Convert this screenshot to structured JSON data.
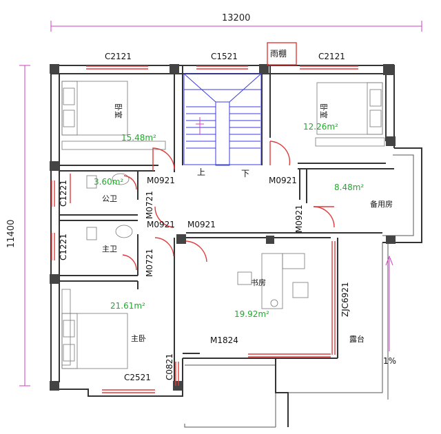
{
  "dimensions": {
    "width_total": "13200",
    "height_total": "11400"
  },
  "windows": {
    "top_left": "C2121",
    "top_center": "C1521",
    "top_right": "C2121",
    "canopy": "雨棚",
    "left_upper": "C1221",
    "left_lower": "C1221",
    "bottom": "C2521",
    "door_small": "C0821"
  },
  "doors": {
    "stair_left": "M0921",
    "stair_right": "M0921",
    "hall_left": "M0921",
    "hall_center": "M0921",
    "public_bath": "M0721",
    "master_bath": "M0721",
    "spare_room": "M0921",
    "study_slide": "M1824",
    "terrace_slide": "ZJC6921"
  },
  "rooms": {
    "bedroom_nw": {
      "name": "卧室",
      "area": "15.48m²"
    },
    "bedroom_ne": {
      "name": "卧室",
      "area": "12.26m²"
    },
    "public_bath": {
      "name": "公卫",
      "area": "3.60m²"
    },
    "master_bath": {
      "name": "主卫"
    },
    "master_bed": {
      "name": "主卧",
      "area": "21.61m²"
    },
    "spare": {
      "name": "备用房",
      "area": "8.48m²"
    },
    "study": {
      "name": "书房",
      "area": "19.92m²"
    },
    "terrace": {
      "name": "露台"
    }
  },
  "stairs": {
    "up": "上",
    "down": "下"
  },
  "slope": "1%",
  "colors": {
    "wall": "#333333",
    "window": "#e23a3a",
    "dimension_line": "#d23cc0",
    "stair": "#3a3ae0",
    "area_text": "#1faa2a"
  }
}
